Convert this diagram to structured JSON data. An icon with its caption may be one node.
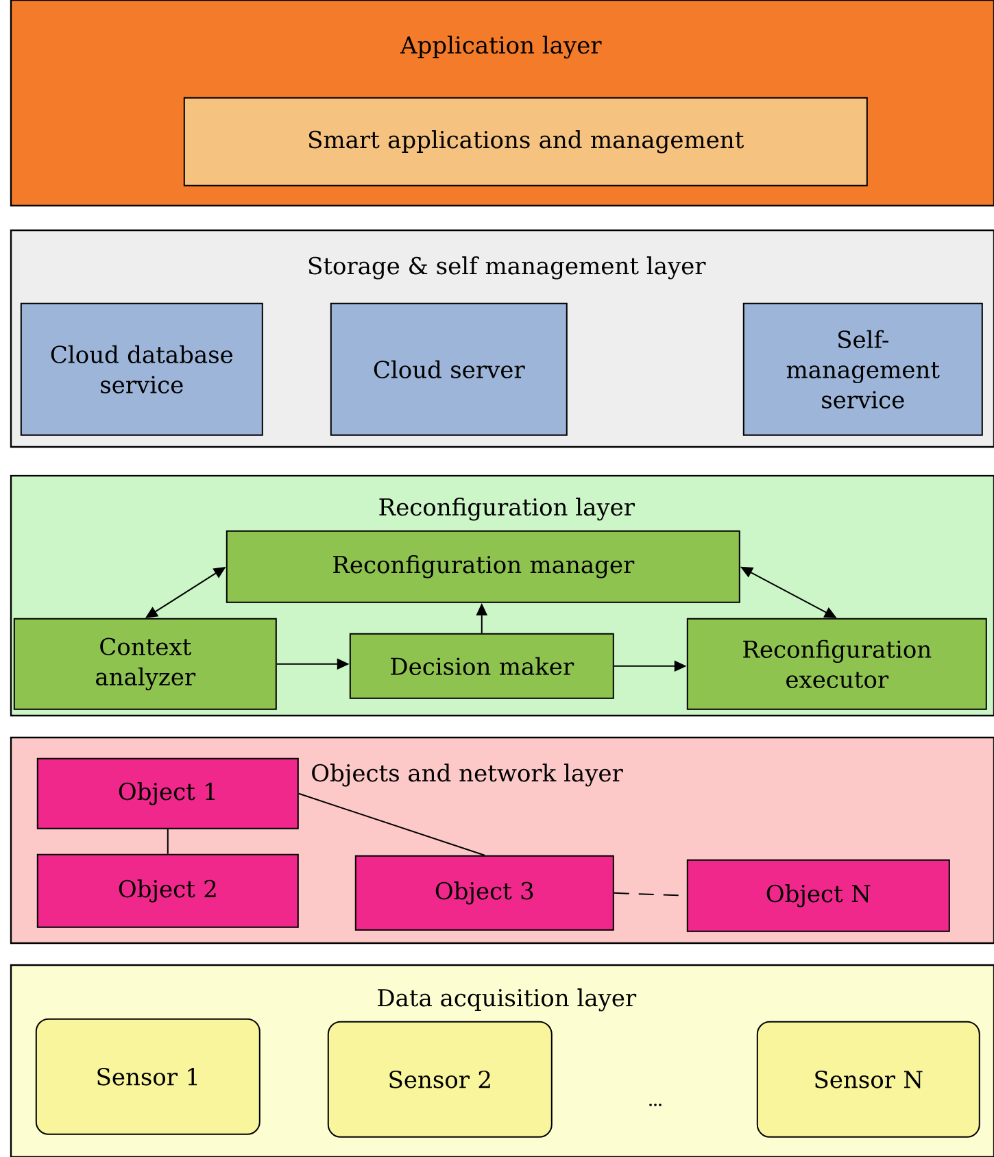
{
  "diagram": {
    "nodes": [
      {
        "text": [
          "Application layer"
        ]
      },
      {
        "text": [
          "Smart applications and management"
        ],
        "in": 0
      },
      {
        "text": [
          "Storage & self management layer"
        ]
      },
      {
        "text": [
          "Cloud database service"
        ],
        "in": 2
      },
      {
        "text": [
          "Cloud server"
        ],
        "in": 2
      },
      {
        "text": [
          "Self-management service"
        ],
        "in": 2
      },
      {
        "text": [
          "Reconfiguration layer"
        ]
      },
      {
        "text": [
          "Reconfiguration manager"
        ],
        "in": 6
      },
      {
        "text": [
          "Context analyzer"
        ],
        "in": 6
      },
      {
        "text": [
          "Decision maker"
        ],
        "in": 6
      },
      {
        "text": [
          "Reconfiguration executor"
        ],
        "in": 6
      },
      {
        "text": [
          "Objects and network layer"
        ]
      },
      {
        "text": [
          "Object 1"
        ],
        "in": 11
      },
      {
        "text": [
          "Object 2"
        ],
        "in": 11
      },
      {
        "text": [
          "Object 3"
        ],
        "in": 11
      },
      {
        "text": [
          "Object N"
        ],
        "in": 11
      },
      {
        "text": [
          "Data acquisition layer"
        ]
      },
      {
        "text": [
          "Sensor 1"
        ],
        "in": 16
      },
      {
        "text": [
          "Sensor 2"
        ],
        "in": 16
      },
      {
        "text": [
          "Sensor N"
        ],
        "in": 16
      }
    ],
    "edges": [
      {
        "from": 8,
        "to": 7,
        "arrow": "both"
      },
      {
        "from": 9,
        "to": 7,
        "arrow": "to"
      },
      {
        "from": 10,
        "to": 7,
        "arrow": "both"
      },
      {
        "from": 8,
        "to": 9,
        "arrow": "to"
      },
      {
        "from": 9,
        "to": 10,
        "arrow": "to"
      },
      {
        "from": 12,
        "to": 13,
        "arrow": "none"
      },
      {
        "from": 12,
        "to": 14,
        "arrow": "none"
      },
      {
        "from": 14,
        "to": 15,
        "arrow": "none",
        "style": "dashed"
      }
    ],
    "labels": [
      "..."
    ]
  }
}
